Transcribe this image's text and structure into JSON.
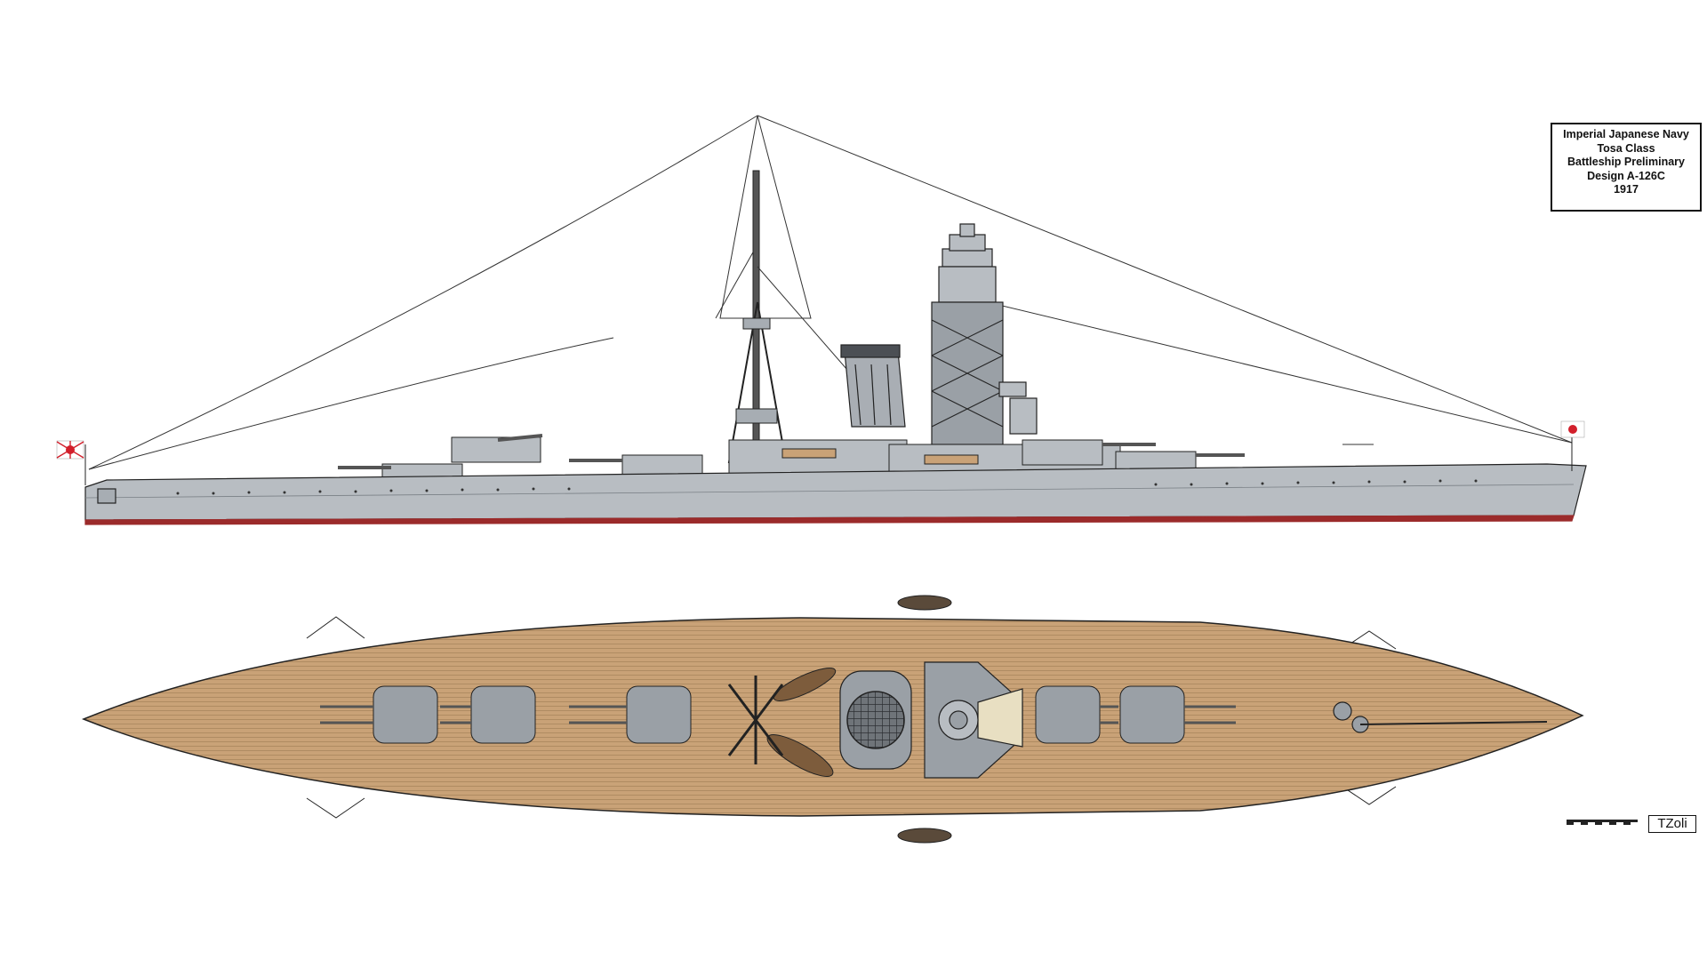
{
  "title_block": {
    "line1": "Imperial Japanese Navy",
    "line2": "Tosa Class",
    "line3": "Battleship Preliminary",
    "line4": "Design A-126C",
    "line5": "1917"
  },
  "signature": "TZoli",
  "colors": {
    "hull_grey": "#b8bdc2",
    "hull_dark": "#8e959c",
    "boot_red": "#9b2b2b",
    "deck_wood": "#c9a277",
    "deck_plank": "#a9855c",
    "outline": "#222222",
    "flag_red": "#d21f2b"
  }
}
